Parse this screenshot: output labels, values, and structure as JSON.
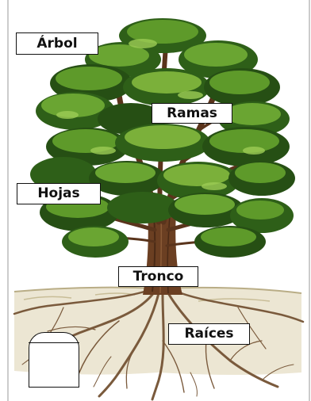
{
  "labels": {
    "tree": "Árbol",
    "branches": "Ramas",
    "leaves": "Hojas",
    "trunk": "Tronco",
    "roots": "Raíces"
  },
  "colors": {
    "leaf_dark": "#1f4a12",
    "leaf_mid": "#3f7a1f",
    "leaf_light": "#7bb03a",
    "bark": "#6b3f22",
    "bark_dark": "#4a2a16",
    "soil": "#e8e2cf",
    "root": "#7a5a3c"
  }
}
